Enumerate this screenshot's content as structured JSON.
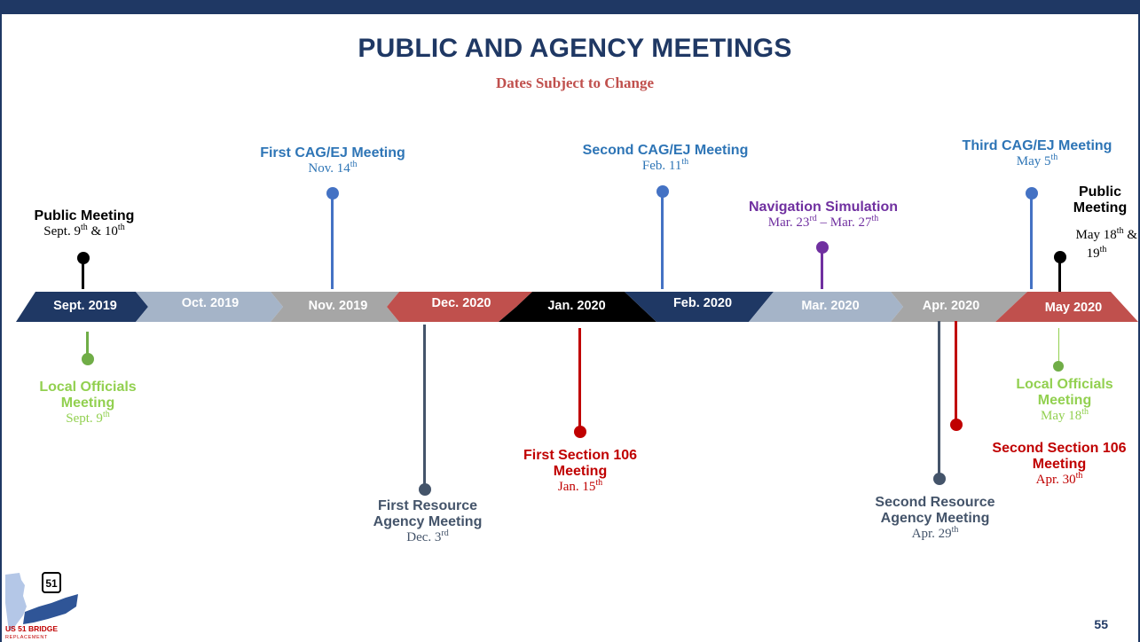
{
  "title": "PUBLIC AND AGENCY MEETINGS",
  "subtitle": "Dates Subject to Change",
  "timeline": [
    {
      "label": "Sept. 2019",
      "color": "#1f3864"
    },
    {
      "label": "Oct. 2019",
      "color": "#a5b4c8"
    },
    {
      "label": "Nov. 2019",
      "color": "#a6a6a6"
    },
    {
      "label": "Dec. 2020",
      "color": "#c0504d"
    },
    {
      "label": "Jan. 2020",
      "color": "#000000"
    },
    {
      "label": "Feb. 2020",
      "color": "#1f3864"
    },
    {
      "label": "Mar. 2020",
      "color": "#a5b4c8"
    },
    {
      "label": "Apr. 2020",
      "color": "#a6a6a6"
    },
    {
      "label": "May 2020",
      "color": "#c0504d"
    }
  ],
  "events": {
    "public1": {
      "title": "Public Meeting",
      "date_a": "Sept. 9",
      "sup_a": "th",
      "date_b": " & 10",
      "sup_b": "th",
      "color": "#000000"
    },
    "cag1": {
      "title": "First CAG/EJ Meeting",
      "date_a": "Nov. 14",
      "sup_a": "th",
      "color": "#2e75b6"
    },
    "cag2": {
      "title": "Second CAG/EJ Meeting",
      "date_a": "Feb. 11",
      "sup_a": "th",
      "color": "#2e75b6"
    },
    "nav": {
      "title": "Navigation Simulation",
      "date_a": "Mar. 23",
      "sup_a": "rd",
      "date_b": " – Mar. 27",
      "sup_b": "th",
      "color": "#7030a0"
    },
    "cag3": {
      "title": "Third CAG/EJ Meeting",
      "date_a": "May 5",
      "sup_a": "th",
      "color": "#2e75b6"
    },
    "public2": {
      "title_1": "Public",
      "title_2": "Meeting",
      "date_a": "May 18",
      "sup_a": "th",
      "date_b": " &",
      "date_c": "19",
      "sup_c": "th",
      "color": "#000000"
    },
    "local1": {
      "title_1": "Local Officials",
      "title_2": "Meeting",
      "date_a": "Sept. 9",
      "sup_a": "th",
      "color": "#92d050"
    },
    "res1": {
      "title_1": "First Resource",
      "title_2": "Agency Meeting",
      "date_a": "Dec. 3",
      "sup_a": "rd",
      "color": "#44546a"
    },
    "sec1": {
      "title_1": "First Section 106",
      "title_2": "Meeting",
      "date_a": "Jan. 15",
      "sup_a": "th",
      "color": "#c00000"
    },
    "res2": {
      "title_1": "Second Resource",
      "title_2": "Agency Meeting",
      "date_a": "Apr. 29",
      "sup_a": "th",
      "color": "#44546a"
    },
    "sec2": {
      "title_1": "Second Section 106",
      "title_2": "Meeting",
      "date_a": "Apr. 30",
      "sup_a": "th",
      "color": "#c00000"
    },
    "local2": {
      "title_1": "Local Officials",
      "title_2": "Meeting",
      "date_a": "May 18",
      "sup_a": "th",
      "color": "#92d050"
    }
  },
  "logo": {
    "route": "51",
    "line1": "US 51 BRIDGE",
    "line2": "REPLACEMENT"
  },
  "page_number": "55"
}
